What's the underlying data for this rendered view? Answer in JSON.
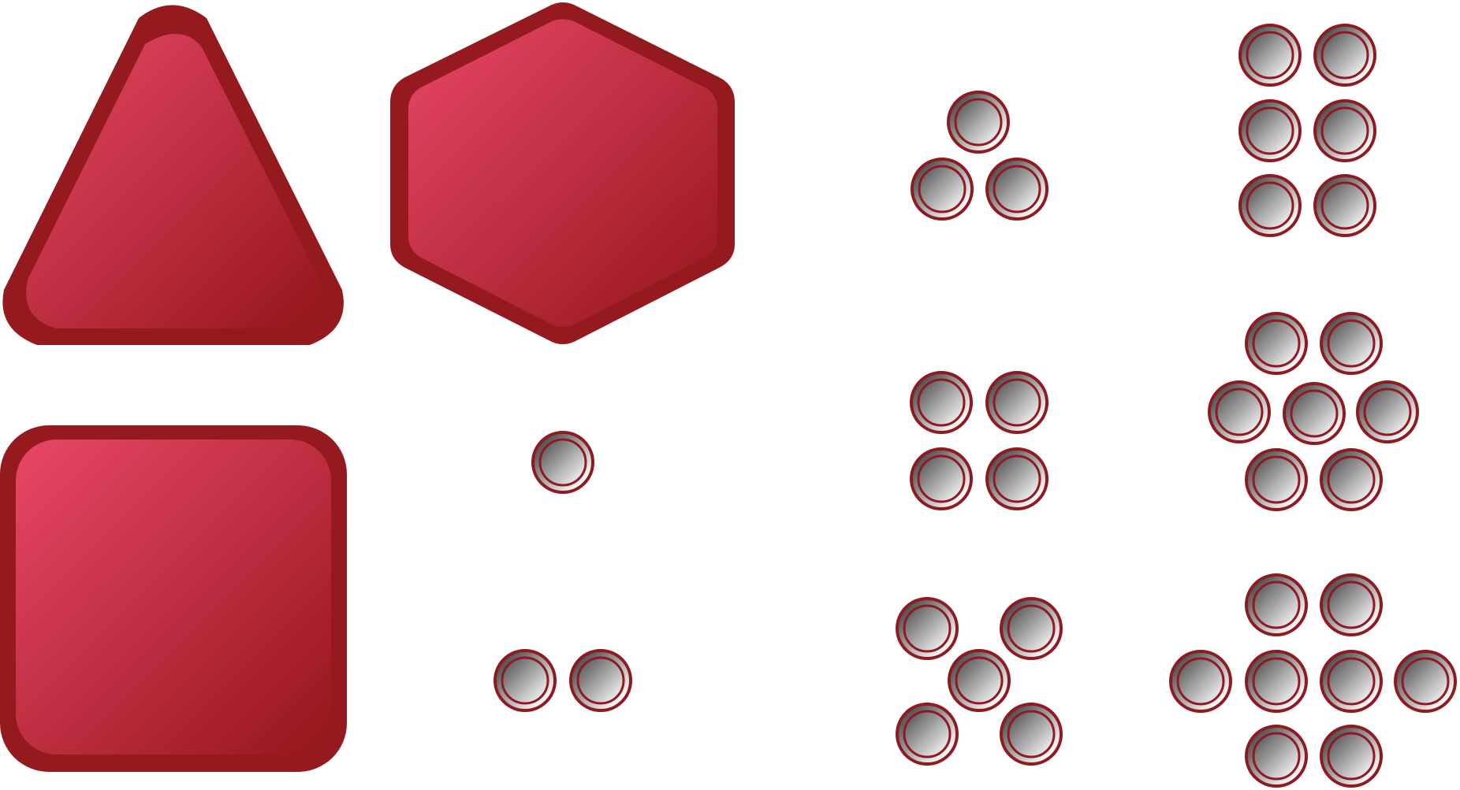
{
  "colors": {
    "background": "#ffffff",
    "shape_border": "#941a20",
    "shape_fill_light": "#e84766",
    "shape_fill_dark": "#94161c",
    "counter_border": "#8f1a22",
    "counter_fill_light": "#ffffff",
    "counter_fill_dark": "#505050"
  },
  "shapes": [
    {
      "name": "triangle-shape",
      "kind": "triangle",
      "counter_count": 3
    },
    {
      "name": "hexagon-shape",
      "kind": "hexagon",
      "counter_count": 6
    },
    {
      "name": "square-shape",
      "kind": "square",
      "counter_count": 4
    }
  ],
  "counter_groups": [
    {
      "name": "counter-group-1",
      "count": 1
    },
    {
      "name": "counter-group-2",
      "count": 2
    },
    {
      "name": "counter-group-3",
      "count": 3
    },
    {
      "name": "counter-group-4",
      "count": 4
    },
    {
      "name": "counter-group-5",
      "count": 5
    },
    {
      "name": "counter-group-6",
      "count": 6
    },
    {
      "name": "counter-group-7",
      "count": 7
    },
    {
      "name": "counter-group-8",
      "count": 8
    }
  ]
}
